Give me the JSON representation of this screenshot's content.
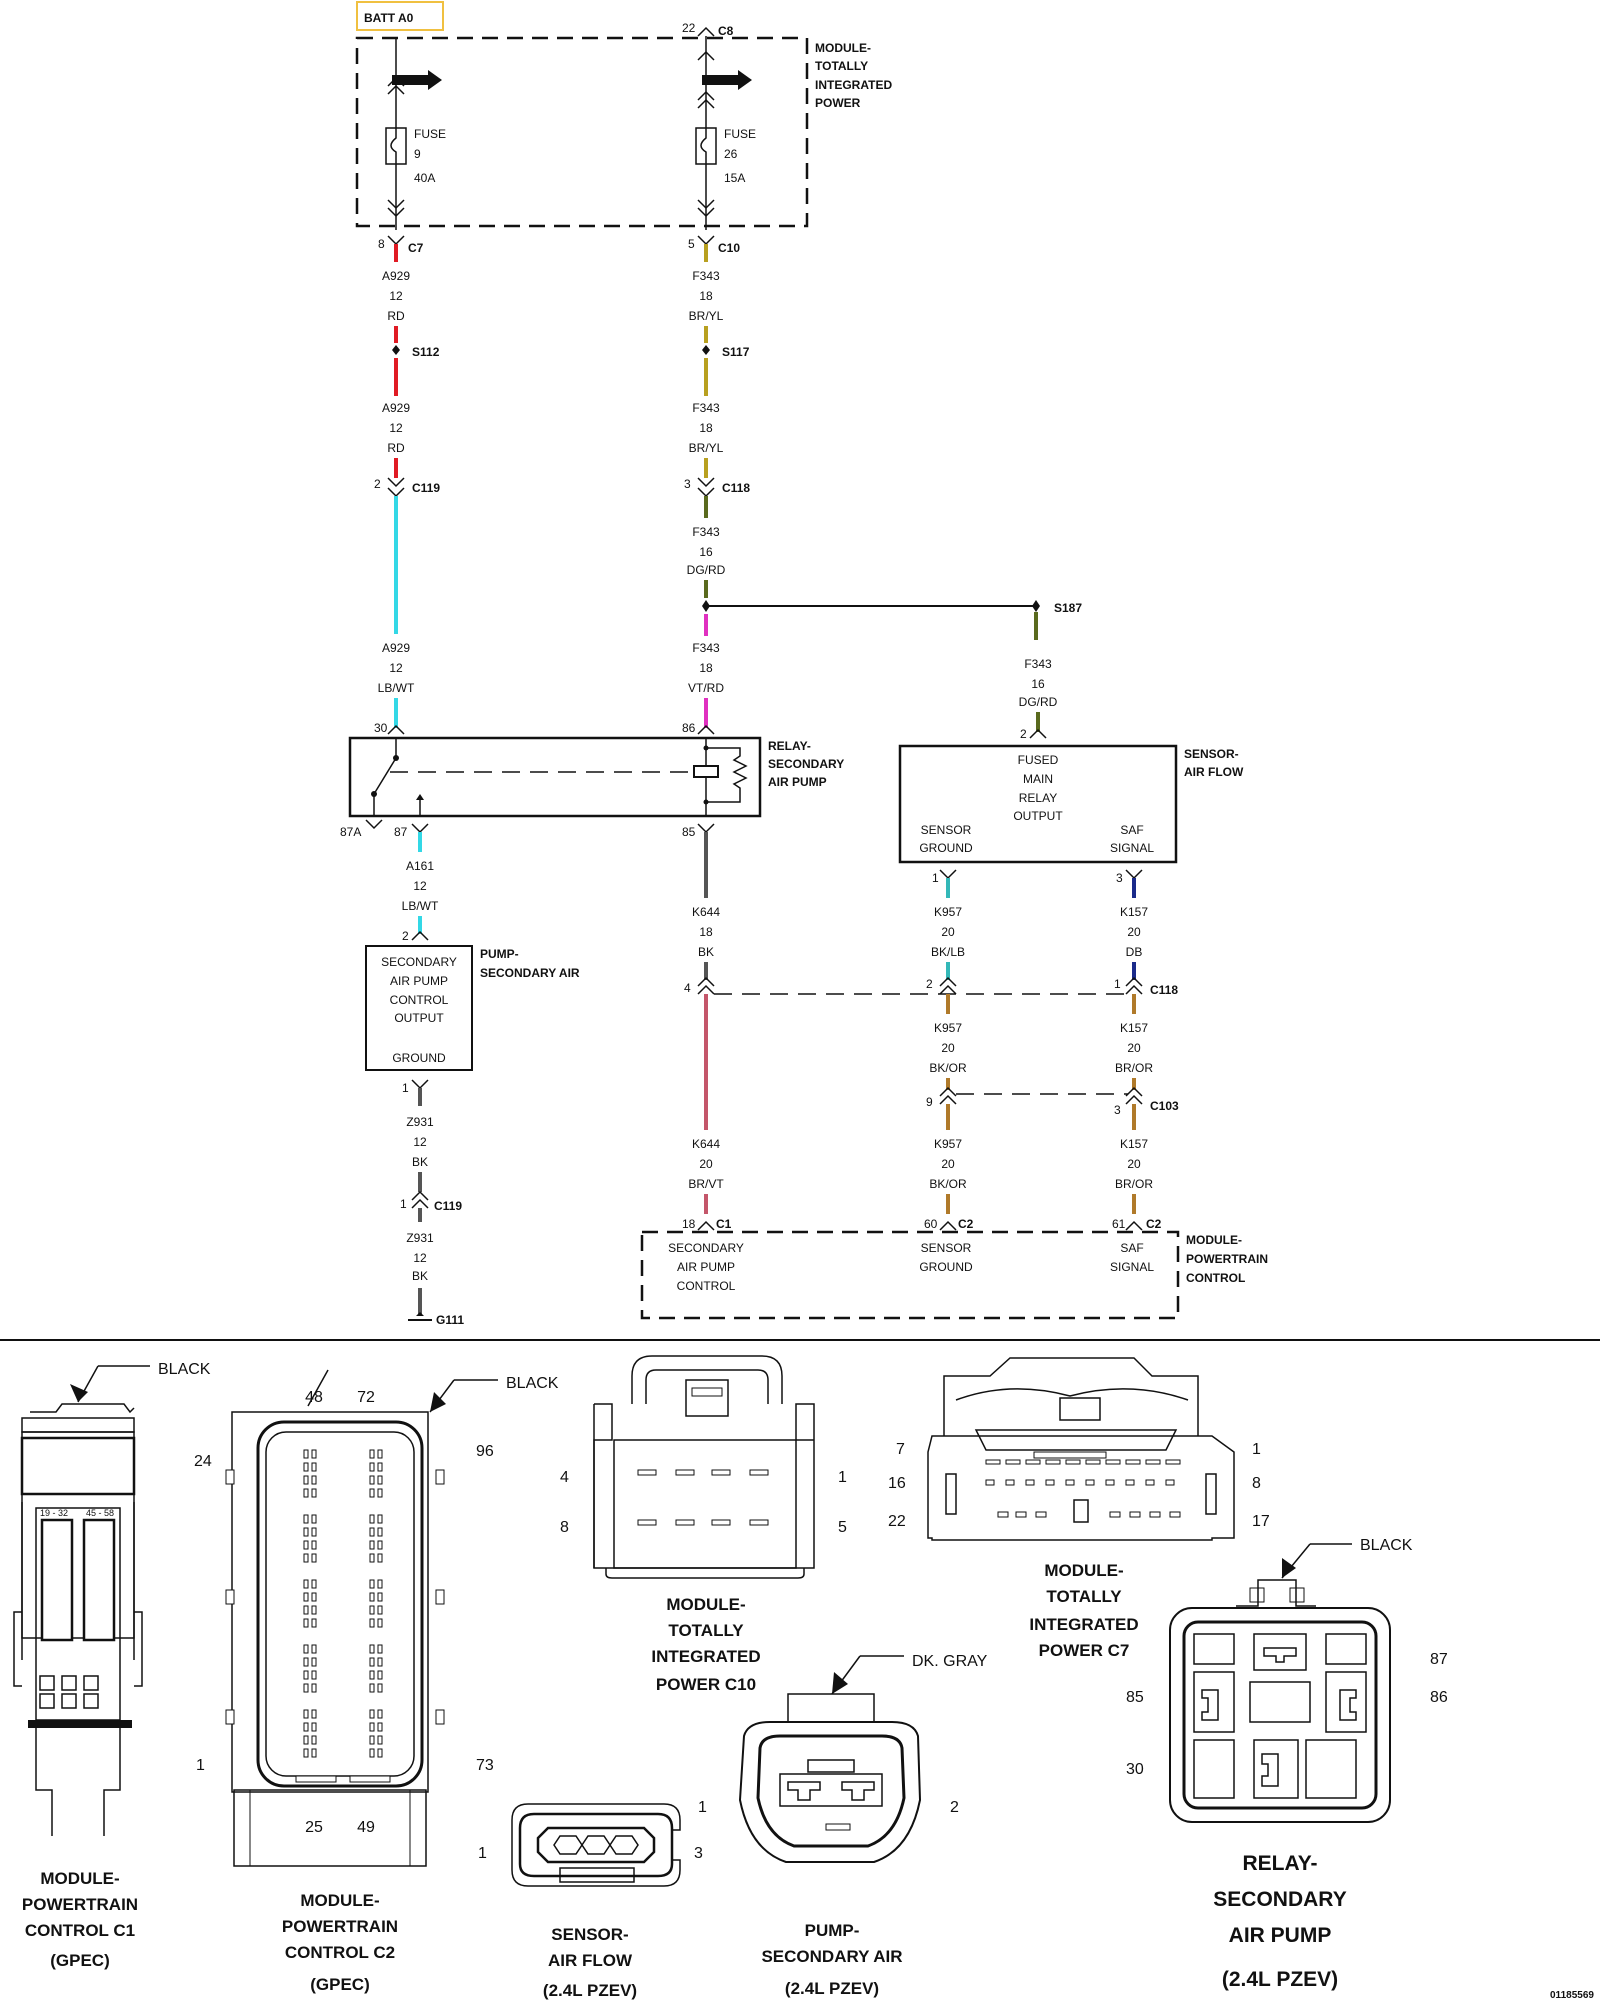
{
  "diagram": {
    "batt_label": "BATT A0",
    "tip_module": [
      "MODULE-",
      "TOTALLY",
      "INTEGRATED",
      "POWER"
    ],
    "fuse1": {
      "label": "FUSE",
      "number": "9",
      "rating": "40A"
    },
    "fuse2": {
      "label": "FUSE",
      "number": "26",
      "rating": "15A"
    },
    "connectors": {
      "c8": {
        "pin": "22",
        "name": "C8"
      },
      "c7": {
        "pin": "8",
        "name": "C7"
      },
      "c10": {
        "pin": "5",
        "name": "C10"
      },
      "c119_top": {
        "pin": "2",
        "name": "C119"
      },
      "c118_f": {
        "pin": "3",
        "name": "C118"
      },
      "c118_row": {
        "pin_left": "4",
        "pin_mid": "2",
        "pin_right": "1",
        "name": "C118"
      },
      "c103": {
        "pin_mid": "9",
        "pin_right": "3",
        "name": "C103"
      },
      "c119_bot": {
        "pin": "1",
        "name": "C119"
      },
      "pcm_row": {
        "pin_c1": "18",
        "name_c1": "C1",
        "pin_c2a": "60",
        "name_c2a": "C2",
        "pin_c2b": "61",
        "name_c2b": "C2"
      }
    },
    "splices": {
      "s112": "S112",
      "s117": "S117",
      "s187": "S187"
    },
    "ground": "G111",
    "wires": {
      "a929_1": [
        "A929",
        "12",
        "RD"
      ],
      "a929_2": [
        "A929",
        "12",
        "RD"
      ],
      "a929_3": [
        "A929",
        "12",
        "LB/WT"
      ],
      "f343_1": [
        "F343",
        "18",
        "BR/YL"
      ],
      "f343_2": [
        "F343",
        "18",
        "BR/YL"
      ],
      "f343_3": [
        "F343",
        "16",
        "DG/RD"
      ],
      "f343_4": [
        "F343",
        "18",
        "VT/RD"
      ],
      "f343_5": [
        "F343",
        "16",
        "DG/RD"
      ],
      "a161": [
        "A161",
        "12",
        "LB/WT"
      ],
      "k644_1": [
        "K644",
        "18",
        "BK"
      ],
      "k644_2": [
        "K644",
        "20",
        "BR/VT"
      ],
      "k957_1": [
        "K957",
        "20",
        "BK/LB"
      ],
      "k957_2": [
        "K957",
        "20",
        "BK/OR"
      ],
      "k957_3": [
        "K957",
        "20",
        "BK/OR"
      ],
      "k157_1": [
        "K157",
        "20",
        "DB"
      ],
      "k157_2": [
        "K157",
        "20",
        "BR/OR"
      ],
      "k157_3": [
        "K157",
        "20",
        "BR/OR"
      ],
      "z931_1": [
        "Z931",
        "12",
        "BK"
      ],
      "z931_2": [
        "Z931",
        "12",
        "BK"
      ]
    },
    "relay": {
      "title": [
        "RELAY-",
        "SECONDARY",
        "AIR PUMP"
      ],
      "pins": {
        "p30": "30",
        "p86": "86",
        "p87a": "87A",
        "p87": "87",
        "p85": "85"
      }
    },
    "sensor": {
      "title": [
        "SENSOR-",
        "AIR FLOW"
      ],
      "pin_top": "2",
      "inner_top": [
        "FUSED",
        "MAIN",
        "RELAY",
        "OUTPUT"
      ],
      "inner_left": [
        "SENSOR",
        "GROUND"
      ],
      "inner_right": [
        "SAF",
        "SIGNAL"
      ],
      "pin_left": "1",
      "pin_right": "3"
    },
    "pump": {
      "title": [
        "PUMP-",
        "SECONDARY AIR"
      ],
      "pin_top": "2",
      "pin_bot": "1",
      "inner": [
        "SECONDARY",
        "AIR PUMP",
        "CONTROL",
        "OUTPUT"
      ],
      "ground": "GROUND"
    },
    "pcm": {
      "title": [
        "MODULE-",
        "POWERTRAIN",
        "CONTROL"
      ],
      "col1": [
        "SECONDARY",
        "AIR PUMP",
        "CONTROL"
      ],
      "col2": [
        "SENSOR",
        "GROUND"
      ],
      "col3": [
        "SAF",
        "SIGNAL"
      ]
    }
  },
  "connector_views": {
    "pcm_c1": {
      "color": "BLACK",
      "pin_labels": [
        "19 - 32",
        "45 - 58"
      ],
      "caption": [
        "MODULE-",
        "POWERTRAIN",
        "CONTROL C1",
        "(GPEC)"
      ]
    },
    "pcm_c2": {
      "color": "BLACK",
      "pins": {
        "p48": "48",
        "p72": "72",
        "p24": "24",
        "p96": "96",
        "p1": "1",
        "p73": "73",
        "p25": "25",
        "p49": "49"
      },
      "caption": [
        "MODULE-",
        "POWERTRAIN",
        "CONTROL C2",
        "(GPEC)"
      ]
    },
    "tip_c10": {
      "pins": {
        "p4": "4",
        "p1": "1",
        "p8": "8",
        "p5": "5"
      },
      "caption": [
        "MODULE-",
        "TOTALLY",
        "INTEGRATED",
        "POWER C10"
      ]
    },
    "tip_c7": {
      "pins": {
        "p7": "7",
        "p1": "1",
        "p16": "16",
        "p8": "8",
        "p22": "22",
        "p17": "17"
      },
      "caption": [
        "MODULE-",
        "TOTALLY",
        "INTEGRATED",
        "POWER C7"
      ]
    },
    "relay_conn": {
      "color": "BLACK",
      "pins": {
        "p87": "87",
        "p85": "85",
        "p86": "86",
        "p30": "30"
      },
      "caption": [
        "RELAY-",
        "SECONDARY",
        "AIR PUMP",
        "(2.4L PZEV)"
      ]
    },
    "saf_conn": {
      "pins": {
        "p1": "1",
        "p3": "3"
      },
      "caption": [
        "SENSOR-",
        "AIR FLOW",
        "(2.4L PZEV)"
      ]
    },
    "pump_conn": {
      "color": "DK. GRAY",
      "pins": {
        "p1": "1",
        "p2": "2"
      },
      "caption": [
        "PUMP-",
        "SECONDARY AIR",
        "(2.4L PZEV)"
      ]
    }
  },
  "figure_id": "01185569",
  "colors": {
    "red": "#e01b24",
    "light_blue": "#33d8e6",
    "tan_yellow": "#b8a020",
    "dark_green": "#5a6a1e",
    "violet": "#e030c0",
    "black_wire": "#555555",
    "brown_violet": "#c4566a",
    "dark_blue": "#1a2a8a",
    "brown_orange": "#b07a2a",
    "batt_box": "#f0c040"
  }
}
